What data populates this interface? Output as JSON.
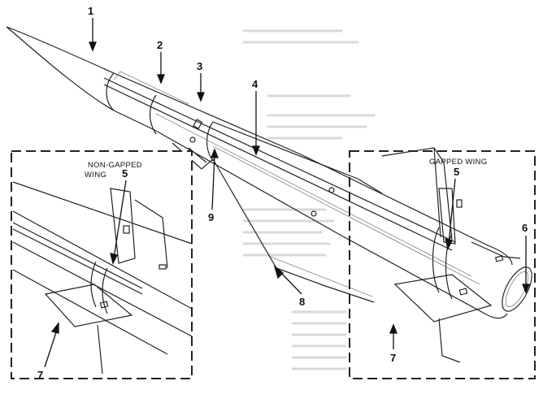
{
  "labels": {
    "n1": "1",
    "n2": "2",
    "n3": "3",
    "n4": "4",
    "n5_inset": "5",
    "n5_main": "5",
    "n6": "6",
    "n7_inset": "7",
    "n7_main": "7",
    "n8": "8",
    "n9": "9"
  },
  "insets": {
    "left_title_line1": "NON-GAPPED",
    "left_title_line2": "WING",
    "right_title": "GAPPED WING"
  },
  "colors": {
    "ink": "#222222",
    "paper": "#ffffff",
    "bleed": "#d9d9d9"
  }
}
